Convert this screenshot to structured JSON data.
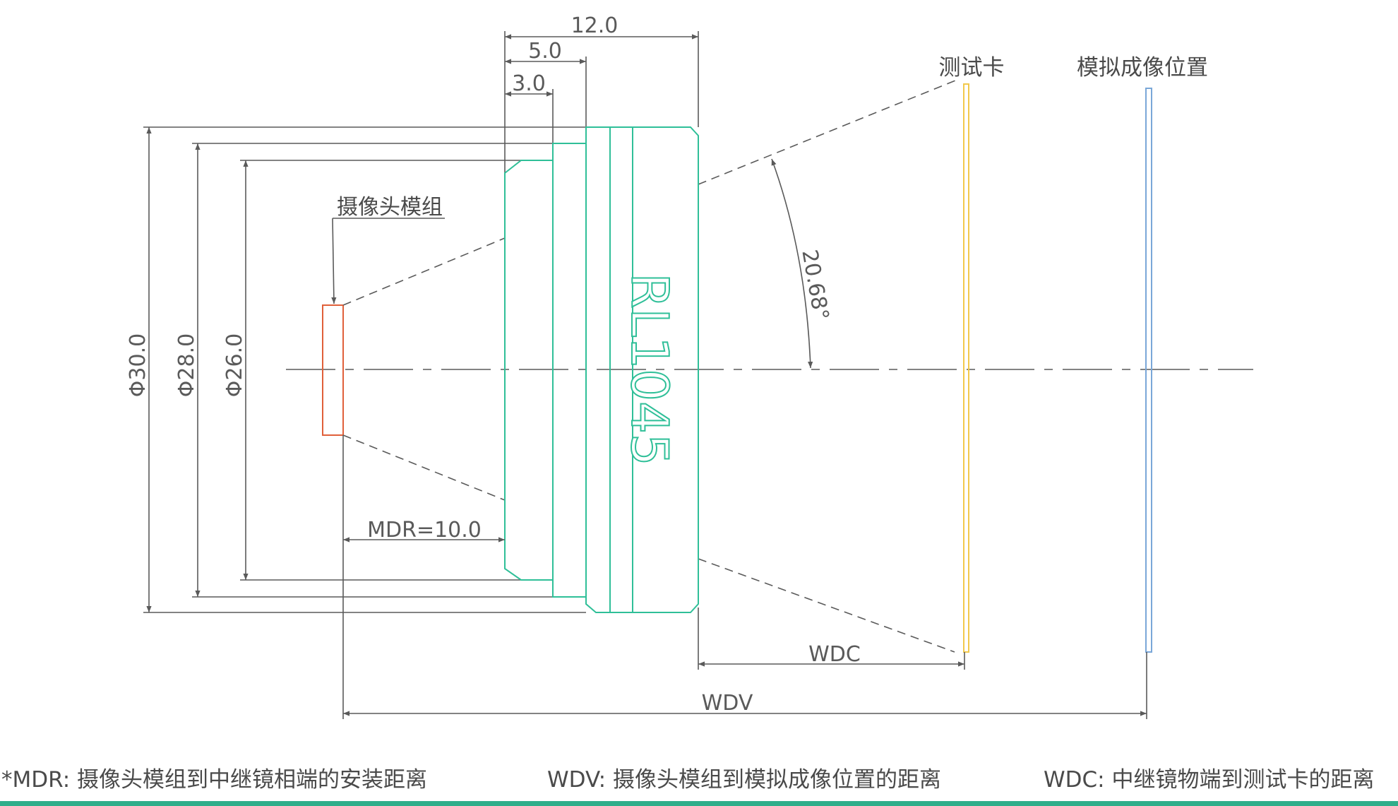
{
  "colors": {
    "line": "#5a5a5a",
    "lens": "#2fbf98",
    "sensor": "#e0603a",
    "test_card": "#f2c94c",
    "virtual_image": "#7aa7d8",
    "footer_rule": "#2fae8a"
  },
  "dimensions": {
    "len_12": "12.0",
    "len_5": "5.0",
    "len_3": "3.0",
    "dia_30": "Φ30.0",
    "dia_28": "Φ28.0",
    "dia_26": "Φ26.0",
    "mdr": "MDR=10.0",
    "wdc": "WDC",
    "wdv": "WDV",
    "angle": "20.68°"
  },
  "labels": {
    "camera_module": "摄像头模组",
    "test_card": "测试卡",
    "virtual_image": "模拟成像位置",
    "lens_model": "RL1045"
  },
  "footer": {
    "mdr_note": "*MDR: 摄像头模组到中继镜相端的安装距离",
    "wdv_note": "WDV: 摄像头模组到模拟成像位置的距离",
    "wdc_note": "WDC: 中继镜物端到测试卡的距离"
  }
}
